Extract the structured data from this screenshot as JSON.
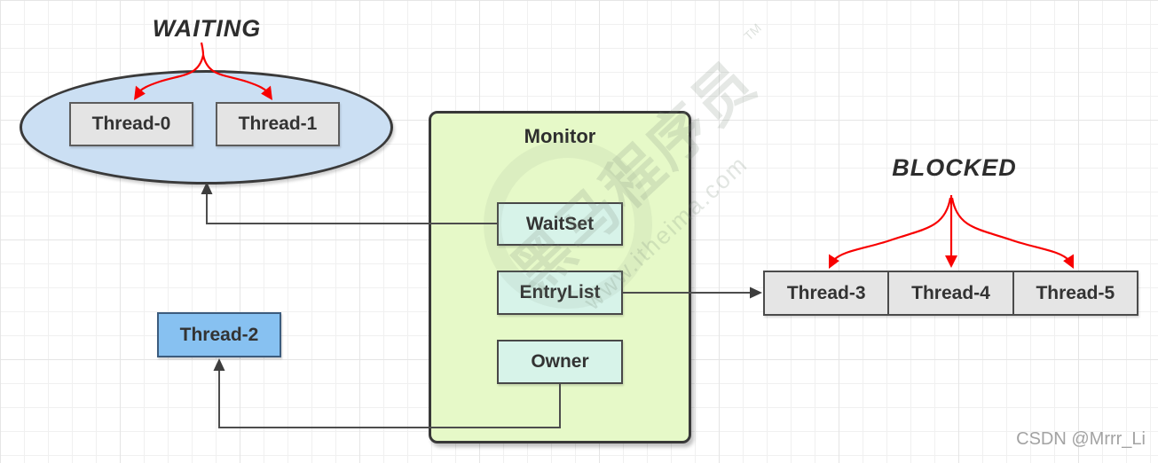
{
  "waiting_group": {
    "title": "WAITING",
    "threads": [
      {
        "label": "Thread-0"
      },
      {
        "label": "Thread-1"
      }
    ]
  },
  "monitor": {
    "title": "Monitor",
    "slots": [
      {
        "label": "WaitSet"
      },
      {
        "label": "EntryList"
      },
      {
        "label": "Owner"
      }
    ]
  },
  "owner_thread": {
    "label": "Thread-2"
  },
  "blocked_group": {
    "title": "BLOCKED",
    "threads": [
      {
        "label": "Thread-3"
      },
      {
        "label": "Thread-4"
      },
      {
        "label": "Thread-5"
      }
    ]
  },
  "watermark": {
    "brand": "黑马程序员",
    "url": "www.itheima.com",
    "tm": "TM"
  },
  "credit": "CSDN @Mrrr_Li",
  "colors": {
    "ellipse_fill": "#cbdff3",
    "monitor_fill": "#e6f9c8",
    "slot_fill": "#d7f3e9",
    "thread_fill": "#e4e4e4",
    "owner_thread_fill": "#87c1f1",
    "arrow_red": "#f80000",
    "connector_gray": "#4d4d4d"
  }
}
